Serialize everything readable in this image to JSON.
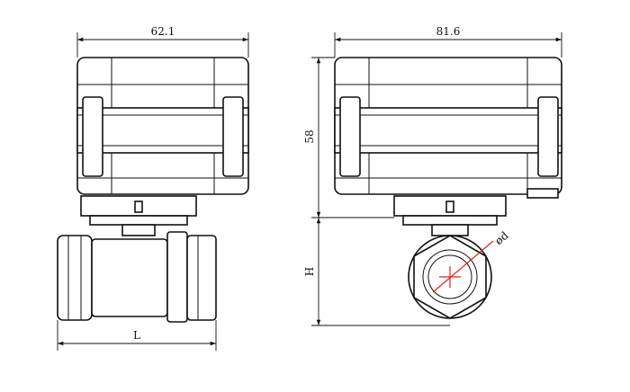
{
  "dimensions": {
    "front_width": "62.1",
    "side_width": "81.6",
    "actuator_height": "58",
    "valve_height": "H",
    "valve_length": "L",
    "port_diameter": "ød"
  },
  "colors": {
    "line": "#111111",
    "centerline": "#e02020"
  }
}
